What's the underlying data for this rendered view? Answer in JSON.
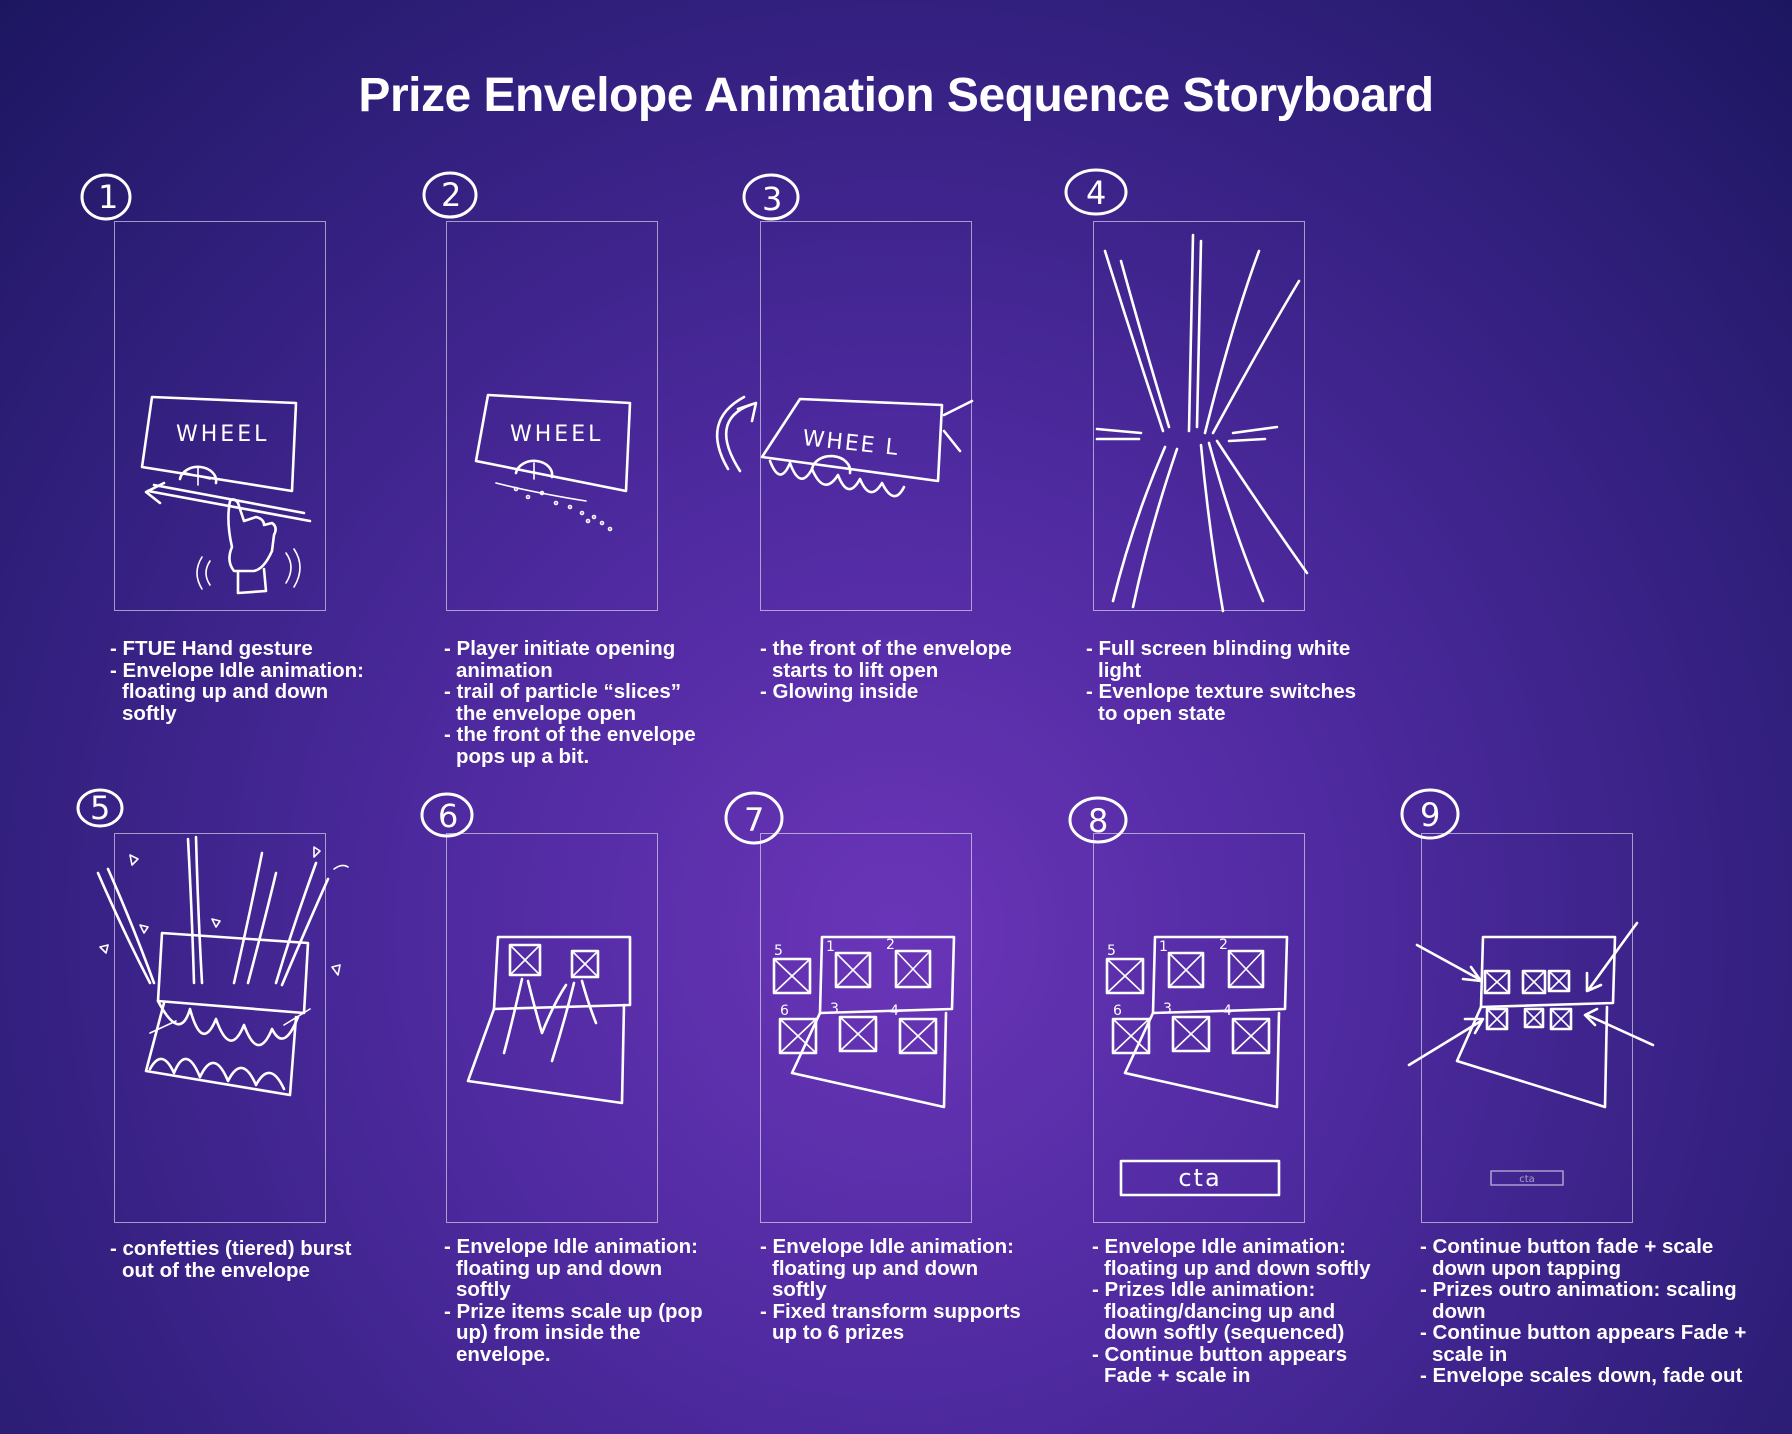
{
  "title": "Prize Envelope Animation Sequence Storyboard",
  "steps": [
    {
      "number": "1",
      "envelope_label": "WHEEL",
      "notes": [
        "- FTUE Hand gesture",
        "- Envelope Idle animation: floating up and down softly"
      ]
    },
    {
      "number": "2",
      "envelope_label": "WHEEL",
      "notes": [
        "- Player initiate opening animation",
        "- trail of particle “slices” the envelope open",
        "- the front of the envelope pops up a bit."
      ]
    },
    {
      "number": "3",
      "envelope_label": "WHEE L",
      "notes": [
        "- the front of the envelope starts to lift open",
        "- Glowing inside"
      ]
    },
    {
      "number": "4",
      "notes": [
        "- Full screen blinding white light",
        "- Evenlope texture switches to open state"
      ]
    },
    {
      "number": "5",
      "notes": [
        "- confetties (tiered) burst out of the envelope"
      ]
    },
    {
      "number": "6",
      "notes": [
        "- Envelope Idle animation: floating up and down softly",
        "- Prize items scale up (pop up) from inside the envelope."
      ]
    },
    {
      "number": "7",
      "slot_numbers": [
        "5",
        "1",
        "2",
        "6",
        "3",
        "4"
      ],
      "notes": [
        "- Envelope Idle animation: floating up and down softly",
        "- Fixed transform supports up to 6 prizes"
      ]
    },
    {
      "number": "8",
      "slot_numbers": [
        "5",
        "1",
        "2",
        "6",
        "3",
        "4"
      ],
      "button_label": "cta",
      "notes": [
        "- Envelope Idle animation: floating up and down softly",
        "- Prizes Idle animation: floating/dancing up and down softly (sequenced)",
        "- Continue button appears Fade + scale in"
      ]
    },
    {
      "number": "9",
      "button_label": "cta",
      "notes": [
        "- Continue button  fade + scale down upon tapping",
        "- Prizes outro animation: scaling down",
        "- Continue button appears Fade + scale in",
        "- Envelope scales down, fade out"
      ]
    }
  ]
}
